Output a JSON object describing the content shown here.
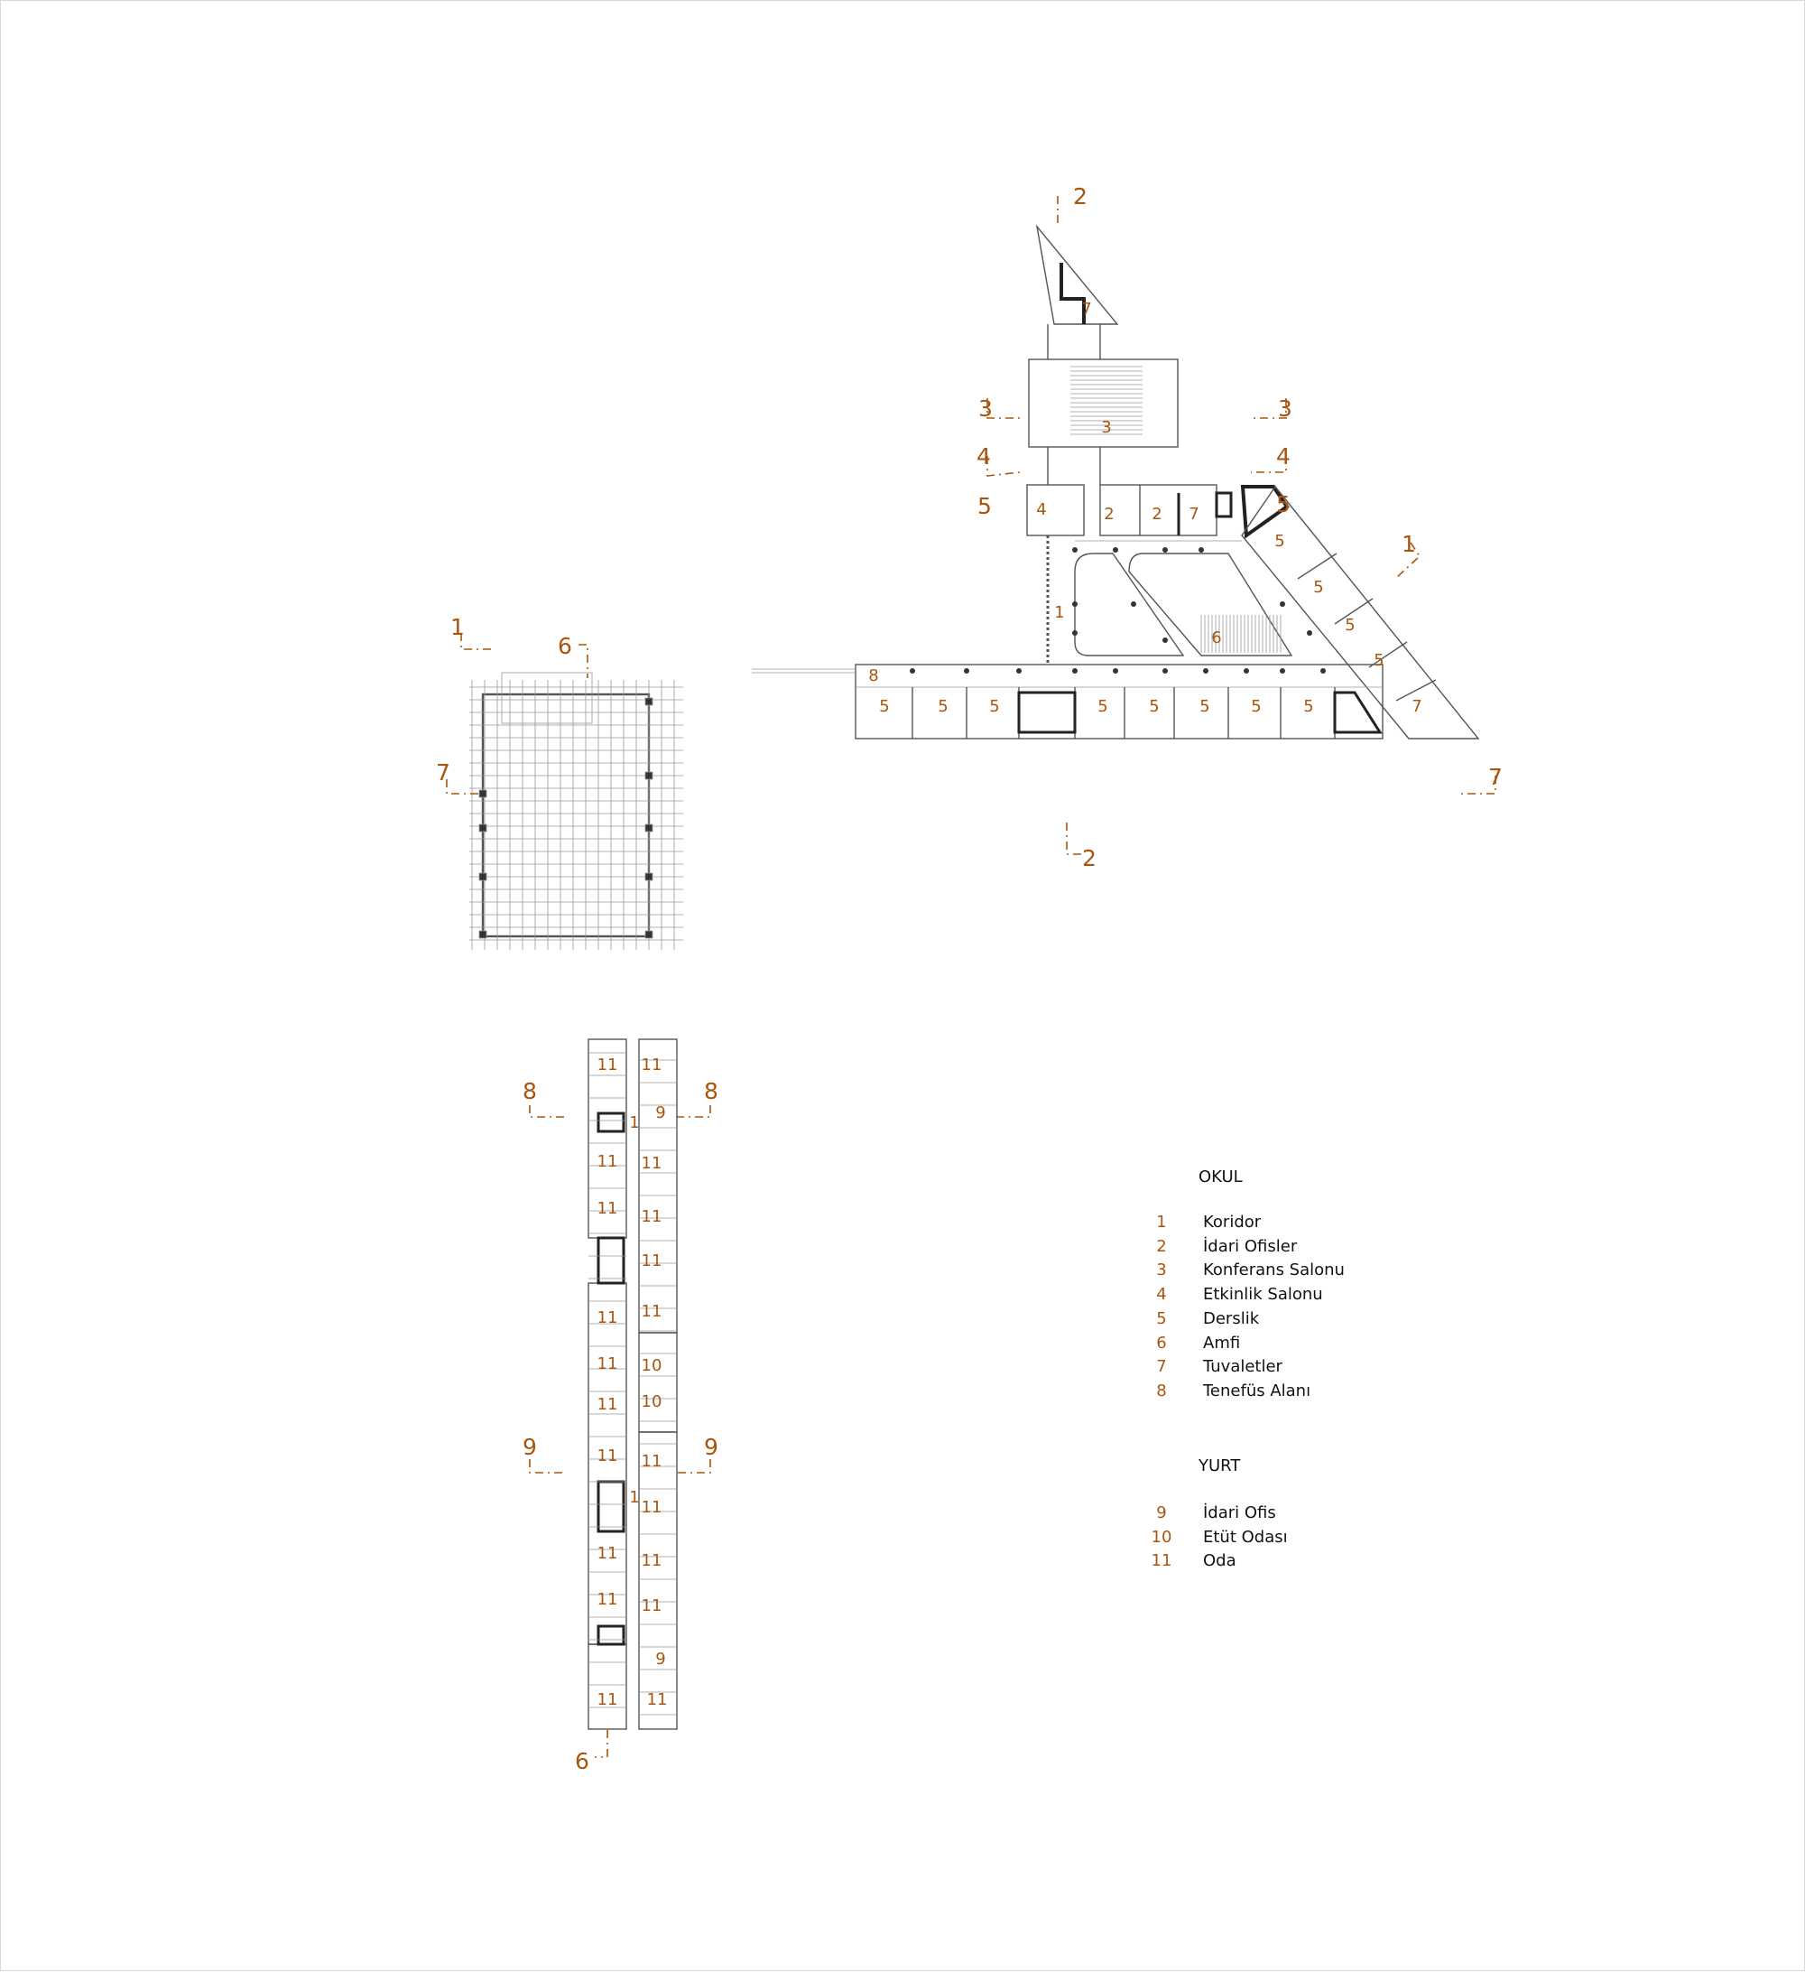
{
  "colors": {
    "accent": "#a8560f",
    "line": "#555555"
  },
  "section_markers": [
    "2",
    "3",
    "3",
    "4",
    "4",
    "5",
    "5",
    "1",
    "7",
    "2",
    "1",
    "6",
    "7",
    "8",
    "8",
    "9",
    "9",
    "6"
  ],
  "school_rooms": [
    "7",
    "3",
    "4",
    "2",
    "2",
    "7",
    "5",
    "5",
    "5",
    "5",
    "1",
    "6",
    "8",
    "5",
    "5",
    "5",
    "5",
    "5",
    "5",
    "5",
    "5",
    "7"
  ],
  "dorm_rooms": [
    "11",
    "11",
    "11",
    "11",
    "11",
    "11",
    "11",
    "11",
    "11",
    "11",
    "11",
    "9",
    "1",
    "11",
    "11",
    "11",
    "11",
    "10",
    "10",
    "11",
    "11",
    "11",
    "11",
    "9",
    "11",
    "1"
  ],
  "legend": {
    "okul_title": "OKUL",
    "okul_items": [
      {
        "num": "1",
        "label": "Koridor"
      },
      {
        "num": "2",
        "label": "İdari Ofisler"
      },
      {
        "num": "3",
        "label": "Konferans Salonu"
      },
      {
        "num": "4",
        "label": "Etkinlik Salonu"
      },
      {
        "num": "5",
        "label": "Derslik"
      },
      {
        "num": "6",
        "label": "Amfi"
      },
      {
        "num": "7",
        "label": "Tuvaletler"
      },
      {
        "num": "8",
        "label": "Tenefüs Alanı"
      }
    ],
    "yurt_title": "YURT",
    "yurt_items": [
      {
        "num": "9",
        "label": "İdari Ofis"
      },
      {
        "num": "10",
        "label": "Etüt Odası"
      },
      {
        "num": "11",
        "label": "Oda"
      }
    ]
  }
}
